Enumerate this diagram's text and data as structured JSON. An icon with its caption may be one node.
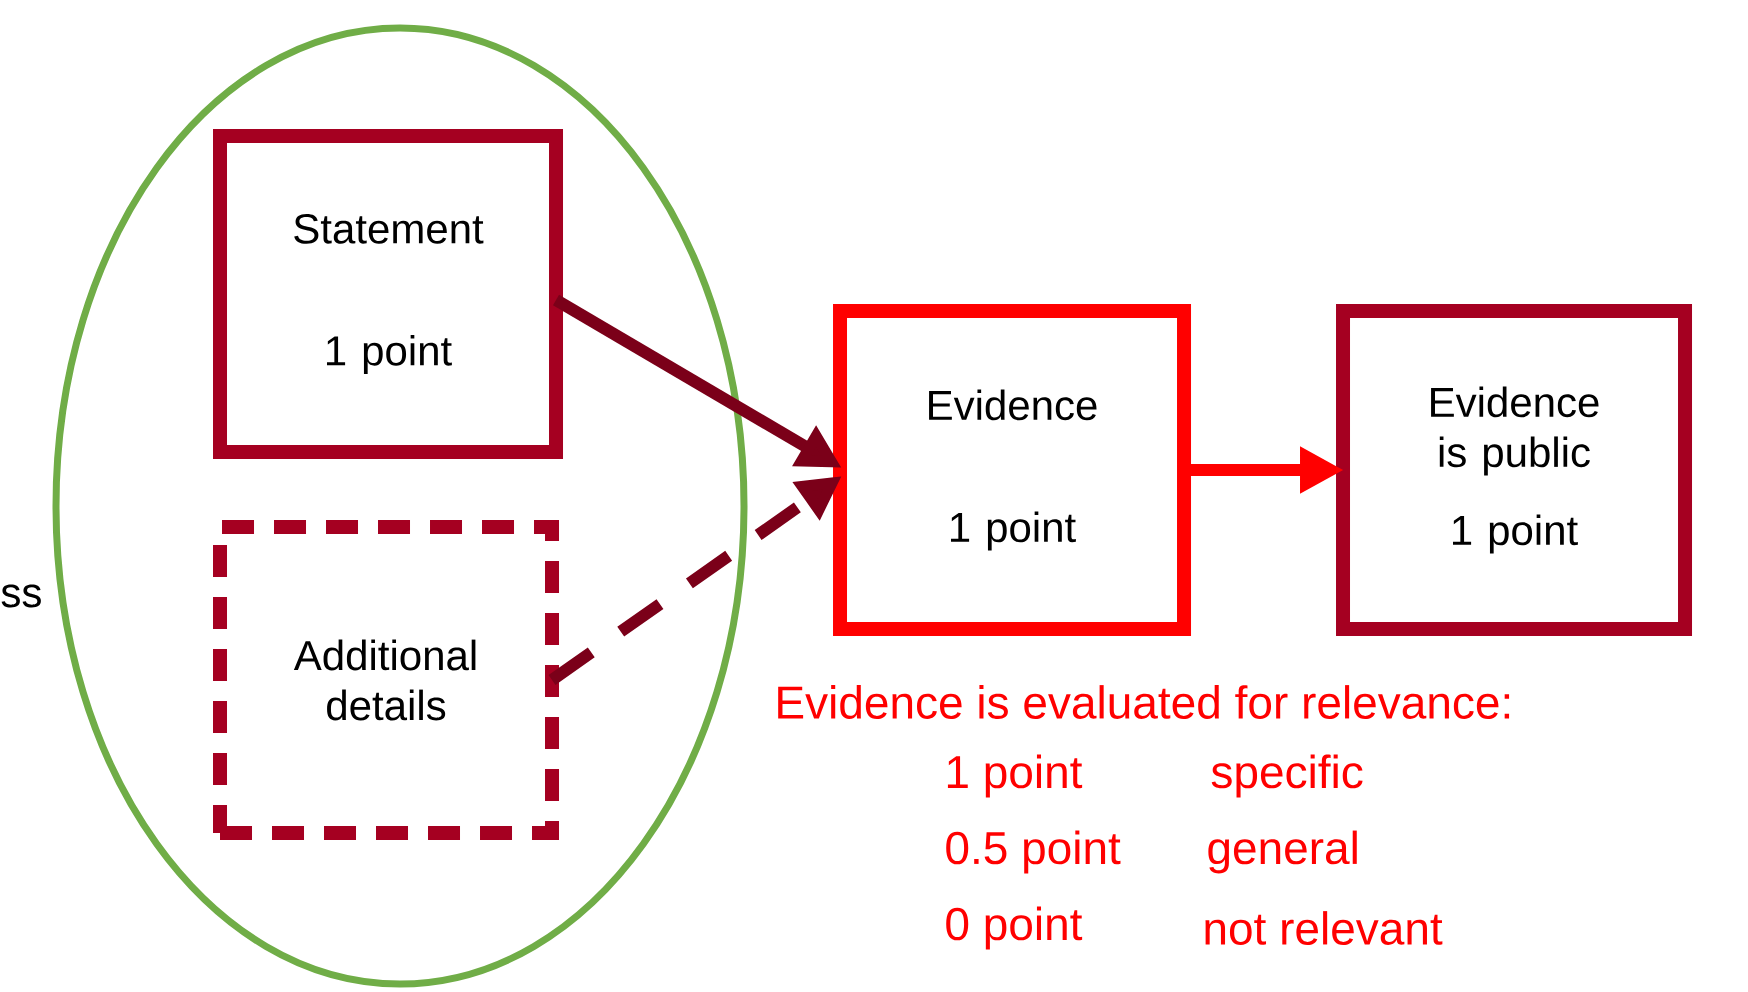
{
  "diagram": {
    "nodes": [
      {
        "text": [],
        "shape": "ellipse"
      },
      {
        "text": [
          "Statement",
          "1 point"
        ],
        "in": 0
      },
      {
        "text": [
          "Additional details"
        ],
        "in": 0
      },
      {
        "text": [
          "Evidence",
          "1 point"
        ]
      },
      {
        "text": [
          "Evidence is public",
          "1 point"
        ]
      }
    ],
    "edges": [
      {
        "from": 1,
        "to": 3,
        "arrow": "to"
      },
      {
        "from": 2,
        "to": 3,
        "arrow": "to",
        "style": "dashed"
      },
      {
        "from": 3,
        "to": 4,
        "arrow": "to",
        "color": "#ff0000"
      }
    ],
    "labels": [
      "ss",
      "Evidence is evaluated for relevance:",
      "1 point",
      "specific",
      "0.5 point",
      "general",
      "0 point",
      "not relevant"
    ]
  }
}
